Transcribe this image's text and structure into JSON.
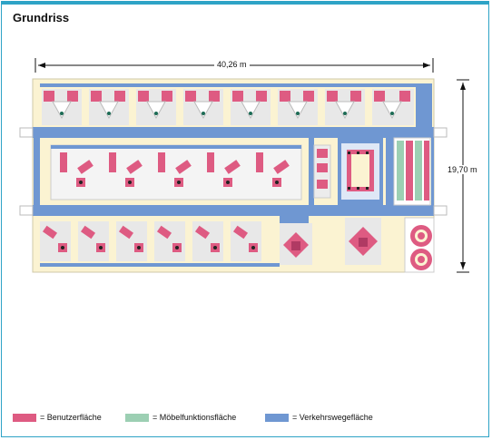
{
  "panel": {
    "title": "Grundriss"
  },
  "dimensions": {
    "width_label": "40,26 m",
    "depth_label": "19,70 m"
  },
  "colors": {
    "user_area": "#de5b82",
    "furniture_area": "#9ccfb3",
    "circulation_area": "#6f97d2",
    "floor": "#fbf3d2",
    "wall": "#bcbcbc",
    "frame": "#2ea3c6"
  },
  "legend": {
    "items": [
      {
        "key": "user_area",
        "label": "= Benutzerfläche"
      },
      {
        "key": "furniture_area",
        "label": "= Möbelfunktionsfläche"
      },
      {
        "key": "circulation_area",
        "label": "= Verkehrswegefläche"
      }
    ]
  }
}
